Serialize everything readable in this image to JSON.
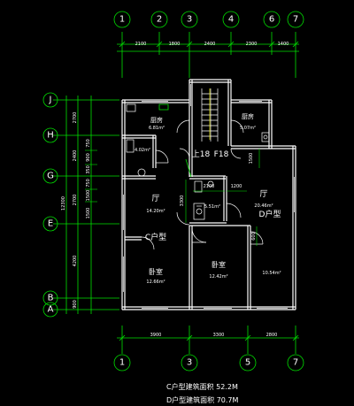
{
  "grid_top": [
    "1",
    "2",
    "3",
    "4",
    "6",
    "7"
  ],
  "grid_bottom": [
    "1",
    "3",
    "5",
    "7"
  ],
  "grid_left": [
    "J",
    "H",
    "G",
    "E",
    "B",
    "A"
  ],
  "dims_top": [
    "2100",
    "1800",
    "2400",
    "2300",
    "1400"
  ],
  "dims_bottom": [
    "3900",
    "3300",
    "2800"
  ],
  "dims_left_inner": [
    "750",
    "900",
    "350",
    "750",
    "1500",
    "1500"
  ],
  "dims_left_outer": [
    "2700",
    "2400",
    "2700",
    "4200",
    "900"
  ],
  "dims_left_total": "12300",
  "dims_inner": {
    "d2100": "2100",
    "d1200": "1200",
    "d3300": "3300",
    "d600": "600",
    "d1500": "1500"
  },
  "rooms": {
    "kitchen_left": {
      "name": "厨房",
      "area": "6.81m²"
    },
    "bath_left": {
      "area": "4.02m²"
    },
    "kitchen_right": {
      "name": "厨房",
      "area": "5.07m²"
    },
    "hall_left": {
      "name": "厅",
      "area": "14.20m²"
    },
    "unit_c": "C户型",
    "bath_mid": {
      "area": "5.51m²"
    },
    "hall_right": {
      "name": "厅",
      "area": "20.46m²"
    },
    "unit_d": "D户型",
    "bedroom_left": {
      "name": "卧室",
      "area": "12.66m²"
    },
    "bedroom_mid": {
      "name": "卧室",
      "area": "12.42m²"
    },
    "room_right": {
      "area": "10.54m²"
    }
  },
  "stair": {
    "up": "上18",
    "down": "F18"
  },
  "footer": [
    "C户型建筑面积 52.2M",
    "D户型建筑面积 70.7M"
  ]
}
